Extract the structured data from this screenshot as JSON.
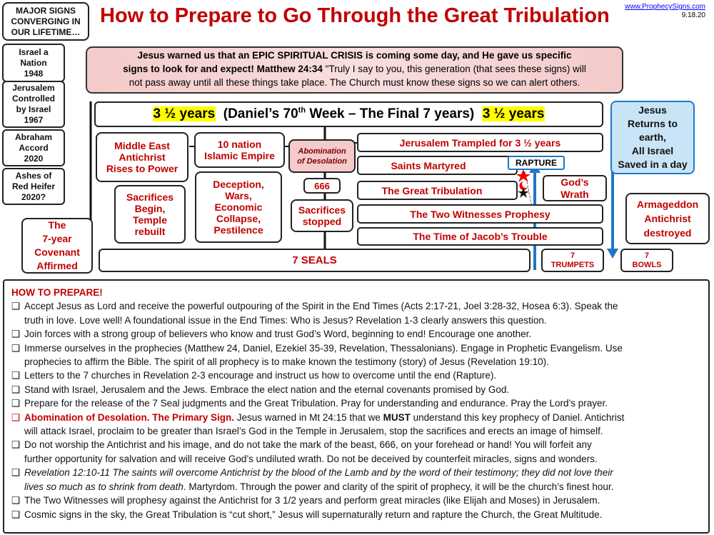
{
  "header": {
    "title": "How to Prepare to Go Through the Great Tribulation",
    "website": "www.ProphecySigns.com",
    "date": "9.18.20"
  },
  "sidebar": {
    "heading": [
      "MAJOR SIGNS",
      "CONVERGING IN",
      "OUR LIFETIME…"
    ],
    "items": [
      {
        "lines": [
          "Israel a",
          "Nation",
          "1948"
        ]
      },
      {
        "lines": [
          "Jerusalem",
          "Controlled",
          "by Israel",
          "1967"
        ]
      },
      {
        "lines": [
          "Abraham",
          "Accord",
          "2020"
        ]
      },
      {
        "lines": [
          "Ashes of",
          "Red Heifer",
          "2020?"
        ]
      }
    ]
  },
  "warning": {
    "line1": "Jesus warned us that an EPIC SPIRITUAL CRISIS  is coming some day, and He gave us specific",
    "line2_bold": "signs to look for and expect! Matthew 24:34",
    "line2_rest": " \"Truly I say to you, this generation (that sees these signs) will",
    "line3": "not pass away until all these things take place.  The Church must know these signs so we can alert others."
  },
  "years_bar": {
    "left": "3 ½  years",
    "middle": "(Daniel’s 70",
    "sup": "th",
    "middle_rest": " Week – The Final 7 years)",
    "right": "3 ½ years"
  },
  "first_half": {
    "antichrist": [
      "Middle East",
      "Antichrist",
      "Rises to Power"
    ],
    "empire": [
      "10 nation",
      "Islamic Empire"
    ],
    "sacrifices": [
      "Sacrifices",
      "Begin,",
      "Temple",
      "rebuilt"
    ],
    "deception": [
      "Deception,",
      "Wars,",
      "Economic",
      "Collapse,",
      "Pestilence"
    ]
  },
  "middle": {
    "abomination": [
      "Abomination",
      "of Desolation"
    ],
    "number": "666",
    "stopped": [
      "Sacrifices",
      "stopped"
    ]
  },
  "second_half": {
    "trampled": "Jerusalem Trampled for 3 ½ years",
    "martyred": "Saints Martyred",
    "rapture": "RAPTURE",
    "tribulation": "The Great Tribulation",
    "wrath": [
      "God’s",
      "Wrath"
    ],
    "witnesses": "The Two Witnesses Prophesy",
    "jacob": "The Time of Jacob’s Trouble"
  },
  "returns": [
    "Jesus",
    "Returns to",
    "earth,",
    "All Israel",
    "Saved in a day"
  ],
  "armageddon": [
    "Armageddon",
    "Antichrist",
    "destroyed"
  ],
  "covenant": [
    "The",
    "7-year",
    "Covenant",
    "Affirmed"
  ],
  "seals": "7 SEALS",
  "trumpets": [
    "7",
    "TRUMPETS"
  ],
  "bowls": [
    "7",
    "BOWLS"
  ],
  "prepare": {
    "heading": "HOW TO PREPARE!",
    "checkbox": "❑",
    "items": [
      {
        "lines": [
          "Accept Jesus as Lord and receive the powerful outpouring of the Spirit in the End Times (Acts 2:17-21, Joel 3:28-32, Hosea 6:3). Speak the",
          "truth in love. Love well! A foundational issue in the End Times:  Who is Jesus?  Revelation 1-3 clearly answers this question."
        ]
      },
      {
        "lines": [
          "Join forces with a strong group of believers who know and trust God’s Word, beginning to end!  Encourage one another."
        ]
      },
      {
        "lines": [
          "Immerse ourselves in the prophecies (Matthew 24, Daniel, Ezekiel 35-39, Revelation, Thessalonians).  Engage in Prophetic Evangelism.  Use",
          "prophecies to affirm the Bible. The spirit of all prophecy is to make known the testimony (story) of Jesus (Revelation 19:10)."
        ]
      },
      {
        "lines": [
          "Letters to the 7 churches in Revelation 2-3 encourage and instruct us how to overcome until the end (Rapture)."
        ]
      },
      {
        "lines": [
          "Stand with Israel, Jerusalem and the Jews.  Embrace the elect nation and the eternal covenants promised by God."
        ]
      },
      {
        "lines": [
          "Prepare for the release of the 7 Seal judgments and the Great Tribulation.  Pray for understanding and endurance. Pray the Lord’s prayer."
        ]
      }
    ],
    "abom_item": {
      "red": "Abomination of Desolation.  The Primary Sign.",
      "a": "  Jesus warned in Mt 24:15 that we ",
      "must": "MUST",
      "b": " understand this key prophecy of Daniel.  Antichrist",
      "line2": "will attack Israel, proclaim to be greater than Israel’s God in the Temple in Jerusalem, stop the sacrifices and erects an image of himself."
    },
    "worship_item": {
      "lines": [
        "Do not worship the Antichrist and his image, and do not take the mark of the beast, 666, on your forehead or hand!  You will forfeit any",
        "further opportunity for salvation and will receive God’s undiluted wrath.  Do not be deceived by counterfeit miracles, signs and wonders."
      ]
    },
    "rev_item": {
      "italic1": "Revelation 12:10-11 The saints will overcome Antichrist by the blood of the Lamb and by the word of their testimony; they did not love their",
      "italic2": "lives so much as to shrink from death",
      "rest": ". Martyrdom. Through the power and clarity of the spirit of prophecy, it will be the church’s finest hour."
    },
    "tail_items": [
      {
        "lines": [
          "The Two Witnesses will prophesy against the Antichrist for 3 1/2 years and perform great miracles (like Elijah and Moses) in Jerusalem."
        ]
      },
      {
        "lines": [
          "Cosmic signs in the sky, the Great Tribulation is “cut short,” Jesus will supernaturally return and rapture the Church, the Great Multitude."
        ]
      }
    ]
  },
  "colors": {
    "red": "#c00000",
    "blue": "#1f77c9",
    "highlight": "#ffff00",
    "warning_bg": "#f4caca",
    "returns_bg": "#c9e4f6"
  }
}
